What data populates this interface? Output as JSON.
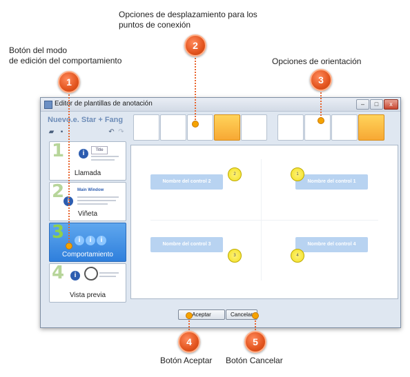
{
  "callouts": [
    {
      "id": 1,
      "text": [
        "Botón del modo",
        "de edición del comportamiento"
      ]
    },
    {
      "id": 2,
      "text": [
        "Opciones de desplazamiento para los",
        "puntos de conexión"
      ]
    },
    {
      "id": 3,
      "text": [
        "Opciones de orientación"
      ]
    },
    {
      "id": 4,
      "text": [
        "Botón Aceptar"
      ]
    },
    {
      "id": 5,
      "text": [
        "Botón Cancelar"
      ]
    }
  ],
  "window": {
    "title": "Editor de plantillas de anotación",
    "buttons": {
      "minimize": "–",
      "maximize": "□",
      "close": "x"
    }
  },
  "sidebar": {
    "template_name": "Nuevo.e. Star + Fang",
    "steps": [
      {
        "num": "1",
        "label": "Llamada",
        "preview_title": "Title"
      },
      {
        "num": "2",
        "label": "Viñeta",
        "preview_title": "Main Window"
      },
      {
        "num": "3",
        "label": "Comportamiento"
      },
      {
        "num": "4",
        "label": "Vista previa"
      }
    ]
  },
  "canvas": {
    "controls": [
      {
        "label": "Nombre del control 2",
        "handle": "2"
      },
      {
        "label": "Nombre del control 1",
        "handle": "1"
      },
      {
        "label": "Nombre del control 3",
        "handle": "3"
      },
      {
        "label": "Nombre del control 4",
        "handle": "4"
      }
    ]
  },
  "dialog": {
    "ok_label": "Aceptar",
    "cancel_label": "Cancelar"
  },
  "colors": {
    "accent": "#e2541e",
    "selected_step": "#2f7fdc",
    "active_option": "#f7a834"
  }
}
